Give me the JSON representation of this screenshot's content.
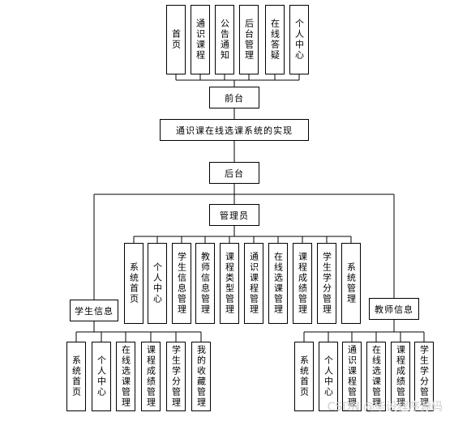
{
  "front": {
    "modules": [
      "首页",
      "通识课程",
      "公告通知",
      "后台管理",
      "在线答疑",
      "个人中心"
    ],
    "label": "前台"
  },
  "system_title": "通识课在线选课系统的实现",
  "back": {
    "label": "后台"
  },
  "admin": {
    "label": "管理员",
    "modules": [
      "系统首页",
      "个人中心",
      "学生信息管理",
      "教师信息管理",
      "课程类型管理",
      "通识课程管理",
      "在线选课管理",
      "课程成绩管理",
      "学生学分管理",
      "系统管理"
    ]
  },
  "student": {
    "label": "学生信息",
    "modules": [
      "系统首页",
      "个人中心",
      "在线选课管理",
      "课程成绩管理",
      "学生学分管理",
      "我的收藏管理"
    ]
  },
  "teacher": {
    "label": "教师信息",
    "modules": [
      "系统首页",
      "个人中心",
      "通识课程管理",
      "在线选课管理",
      "课程成绩管理",
      "学生学分管理"
    ]
  },
  "watermark": "CSDN @毕设程序源码"
}
